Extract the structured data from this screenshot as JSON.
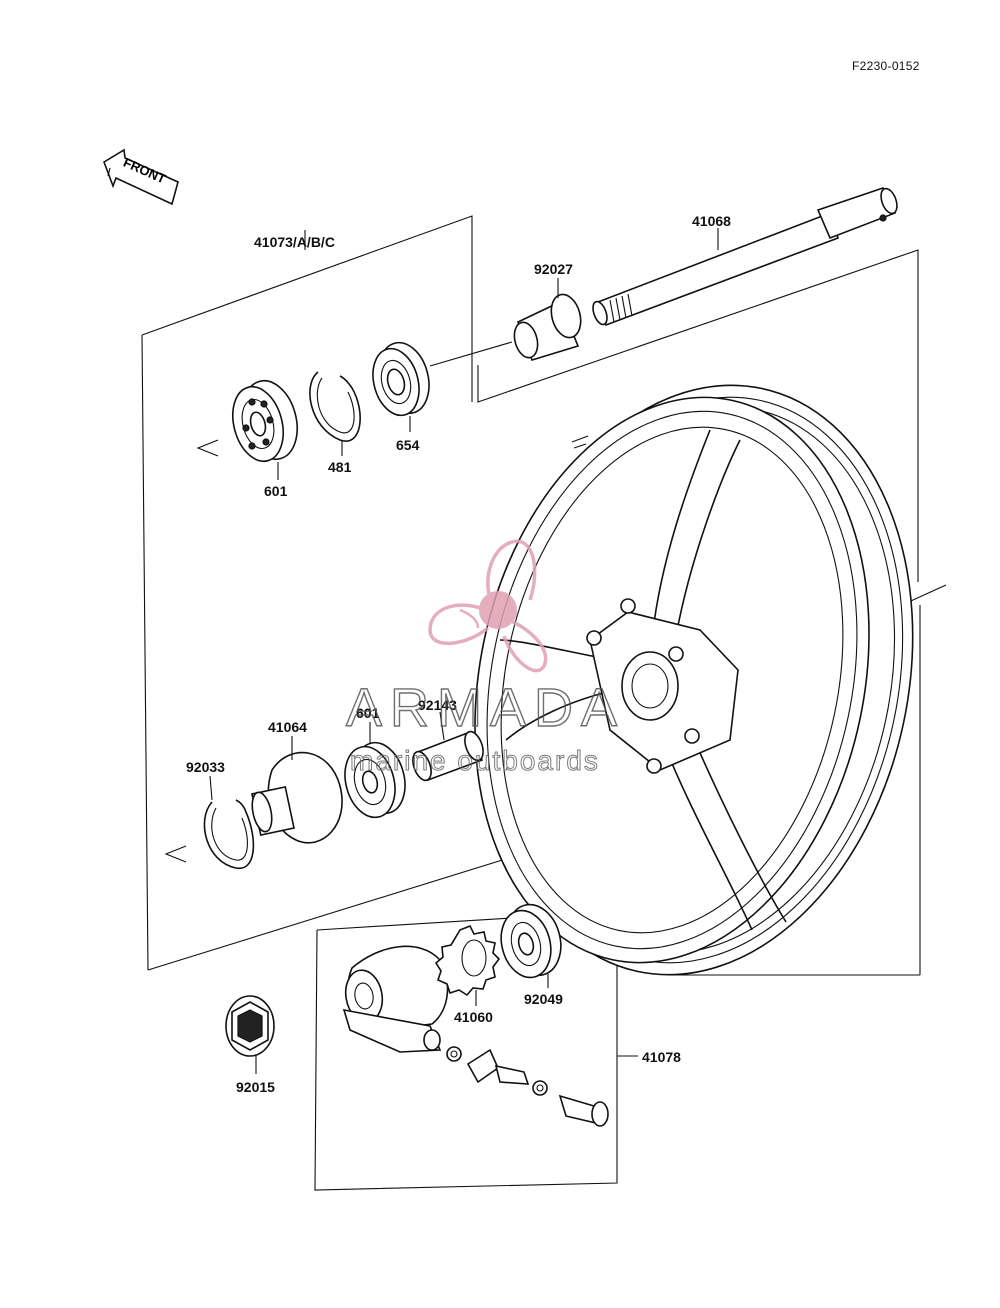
{
  "diagram": {
    "reference": "F2230-0152",
    "front_label": "FRONT",
    "labels": {
      "p41073": "41073/A/B/C",
      "p41068": "41068",
      "p92027": "92027",
      "p601a": "601",
      "p481": "481",
      "p654": "654",
      "p41064": "41064",
      "p601b": "601",
      "p92143": "92143",
      "p92033": "92033",
      "p41060": "41060",
      "p92049": "92049",
      "p41078": "41078",
      "p92015": "92015"
    }
  },
  "watermark": {
    "brand": "ARMADA",
    "tagline": "marine outboards",
    "logo_color": "#e0a0b4"
  }
}
